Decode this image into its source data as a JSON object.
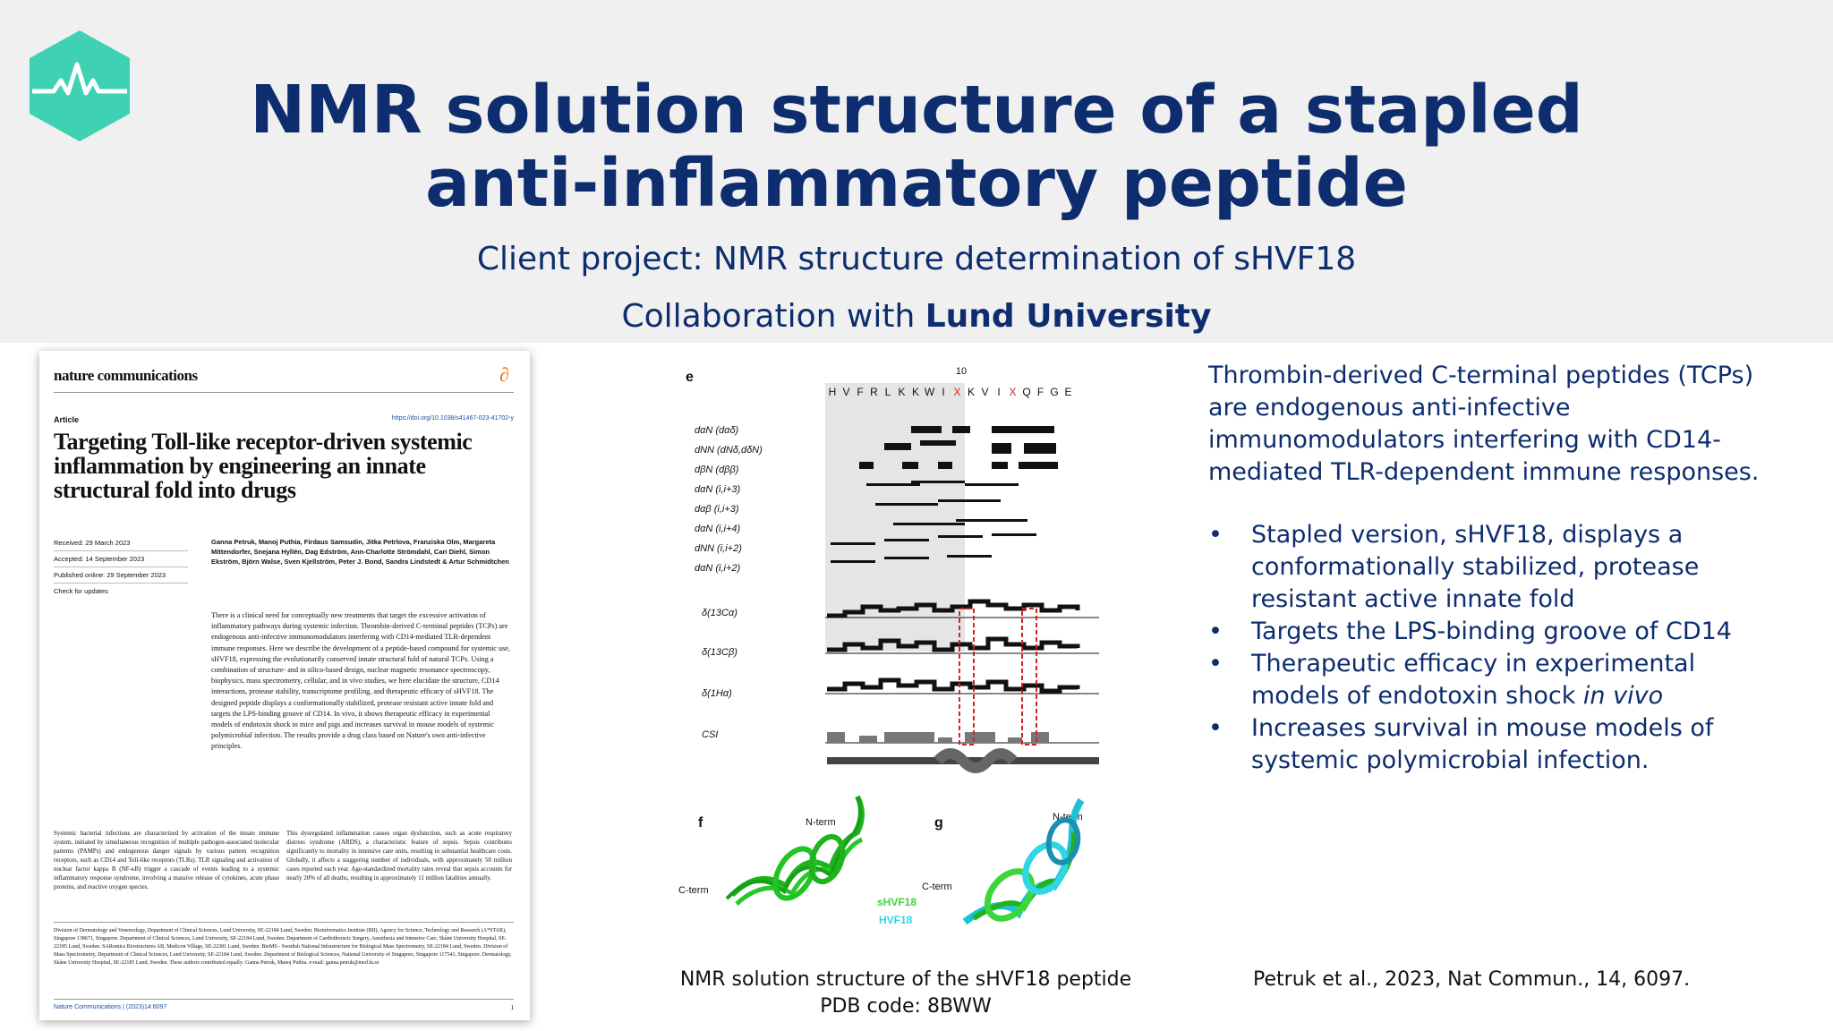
{
  "colors": {
    "title": "#0d2d6e",
    "logo": "#3fd1b4",
    "header_bg": "#f0f0f0"
  },
  "logo": {
    "icon": "hexagon-pulse-icon"
  },
  "header": {
    "title_line1": "NMR solution structure of a stapled",
    "title_line2": "anti-inflammatory peptide",
    "subtitle": "Client project: NMR structure determination of sHVF18",
    "collab_prefix": "Collaboration with ",
    "collab_org": "Lund University"
  },
  "paper": {
    "journal": "nature communications",
    "article_label": "Article",
    "doi": "https://doi.org/10.1038/s41467-023-41702-y",
    "title": "Targeting Toll-like receptor-driven systemic inflammation by engineering an innate structural fold into drugs",
    "received": "Received: 29 March 2023",
    "accepted": "Accepted: 14 September 2023",
    "published": "Published online: 29 September 2023",
    "check": "Check for updates",
    "authors": "Ganna Petruk, Manoj Puthia, Firdaus Samsudin, Jitka Petrlova, Franziska Olm, Margareta Mittendorfer, Snejana Hyllén, Dag Edström, Ann-Charlotte Strömdahl, Cari Diehl, Simon Ekström, Björn Walse, Sven Kjellström, Peter J. Bond, Sandra Lindstedt & Artur Schmidtchen",
    "abstract": "There is a clinical need for conceptually new treatments that target the excessive activation of inflammatory pathways during systemic infection. Thrombin-derived C-terminal peptides (TCPs) are endogenous anti-infective immunomodulators interfering with CD14-mediated TLR-dependent immune responses. Here we describe the development of a peptide-based compound for systemic use, sHVF18, expressing the evolutionarily conserved innate structural fold of natural TCPs. Using a combination of structure- and in silico-based design, nuclear magnetic resonance spectroscopy, biophysics, mass spectrometry, cellular, and in vivo studies, we here elucidate the structure, CD14 interactions, protease stability, transcriptome profiling, and therapeutic efficacy of sHVF18. The designed peptide displays a conformationally stabilized, protease resistant active innate fold and targets the LPS-binding groove of CD14. In vivo, it shows therapeutic efficacy in experimental models of endotoxin shock in mice and pigs and increases survival in mouse models of systemic polymicrobial infection. The results provide a drug class based on Nature's own anti-infective principles.",
    "col1": "Systemic bacterial infections are characterized by activation of the innate immune system, initiated by simultaneous recognition of multiple pathogen-associated molecular patterns (PAMPs) and endogenous danger signals by various pattern recognition receptors, such as CD14 and Toll-like receptors (TLRs). TLR signaling and activation of nuclear factor kappa B (NF-κB) trigger a cascade of events leading to a systemic inflammatory response syndrome, involving a massive release of cytokines, acute phase proteins, and reactive oxygen species.",
    "col2": "This dysregulated inflammation causes organ dysfunction, such as acute respiratory distress syndrome (ARDS), a characteristic feature of sepsis. Sepsis contributes significantly to mortality in intensive care units, resulting in substantial healthcare costs. Globally, it affects a staggering number of individuals, with approximately 50 million cases reported each year. Age-standardized mortality rates reveal that sepsis accounts for nearly 20% of all deaths, resulting in approximately 11 million fatalities annually.",
    "affiliations": "Division of Dermatology and Venereology, Department of Clinical Sciences, Lund University, SE-22184 Lund, Sweden. Bioinformatics Institute (BII), Agency for Science, Technology and Research (A*STAR), Singapore 138671, Singapore. Department of Clinical Sciences, Lund University, SE-22184 Lund, Sweden. Department of Cardiothoracic Surgery, Anesthesia and Intensive Care, Skåne University Hospital, SE-22185 Lund, Sweden. SARomics Biostructures AB, Medicon Village, SE-22381 Lund, Sweden. BioMS - Swedish National Infrastructure for Biological Mass Spectrometry, SE-22184 Lund, Sweden. Division of Mass Spectrometry, Department of Clinical Sciences, Lund University, SE-22184 Lund, Sweden. Department of Biological Sciences, National University of Singapore, Singapore 117543, Singapore. Dermatology, Skåne University Hospital, SE-22185 Lund, Sweden. These authors contributed equally: Ganna Petruk, Manoj Puthia. e-mail: ganna.petruk@med.lu.se",
    "footer": "Nature Communications | (2023)14:6097",
    "page": "1"
  },
  "figure": {
    "panel_e": "e",
    "panel_f": "f",
    "panel_g": "g",
    "residue_number": "10",
    "sequence": [
      "H",
      "V",
      "F",
      "R",
      "L",
      "K",
      "K",
      "W",
      "I",
      "X",
      "K",
      "V",
      "I",
      "X",
      "Q",
      "F",
      "G",
      "E"
    ],
    "rows": [
      "dαN (dαδ)",
      "dNN (dNδ,dδN)",
      "dβN (dββ)",
      "dαN (i,i+3)",
      "dαβ (i,i+3)",
      "dαN (i,i+4)",
      "dNN (i,i+2)",
      "dαN (i,i+2)",
      "δ(13Cα)",
      "δ(13Cβ)",
      "δ(1Hα)",
      "CSI"
    ],
    "nterm_f": "N-term",
    "cterm_f": "C-term",
    "nterm_g": "N-term",
    "cterm_g": "C-term",
    "legend1": "sHVF18",
    "legend2": "HVF18",
    "legend1_color": "#3cd63c",
    "legend2_color": "#2fd6e6"
  },
  "caption": {
    "line1": "NMR solution structure of the sHVF18 peptide",
    "line2": "PDB code: 8BWW"
  },
  "intro": "Thrombin-derived C-terminal peptides (TCPs) are endogenous anti-infective immunomodulators interfering with CD14-mediated TLR-dependent immune responses.",
  "bullets": {
    "b1": "Stapled version, sHVF18, displays a conformationally stabilized, protease resistant active innate fold",
    "b2": "Targets the LPS-binding groove of CD14",
    "b3_main": "Therapeutic efficacy in experimental models of endotoxin shock ",
    "b3_italic": "in vivo",
    "b4": "Increases survival in mouse models of systemic polymicrobial infection."
  },
  "citation": "Petruk et al., 2023, Nat Commun., 14, 6097."
}
